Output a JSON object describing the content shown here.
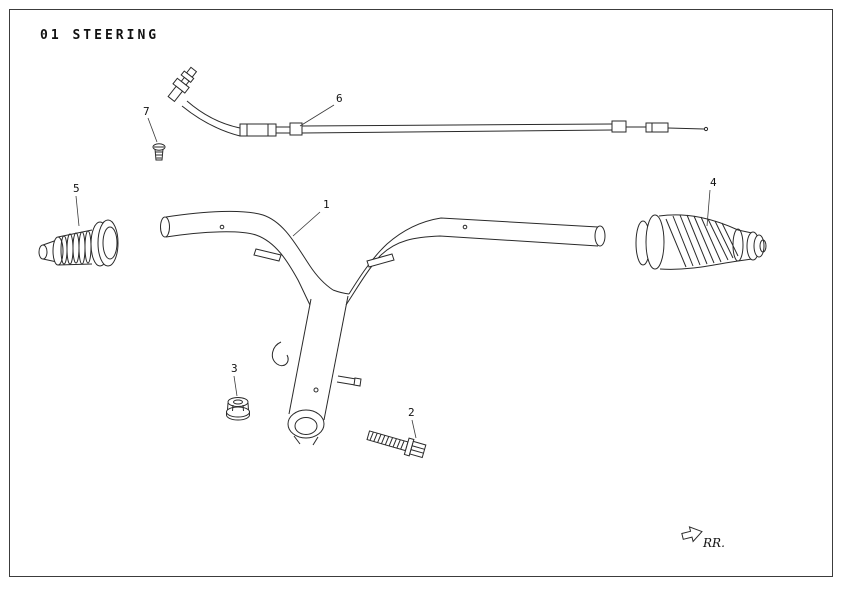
{
  "header": {
    "title": "01 STEERING"
  },
  "diagram": {
    "part_labels": {
      "1": "1",
      "2": "2",
      "3": "3",
      "4": "4",
      "5": "5",
      "6": "6",
      "7": "7"
    },
    "direction_label": "RR."
  }
}
